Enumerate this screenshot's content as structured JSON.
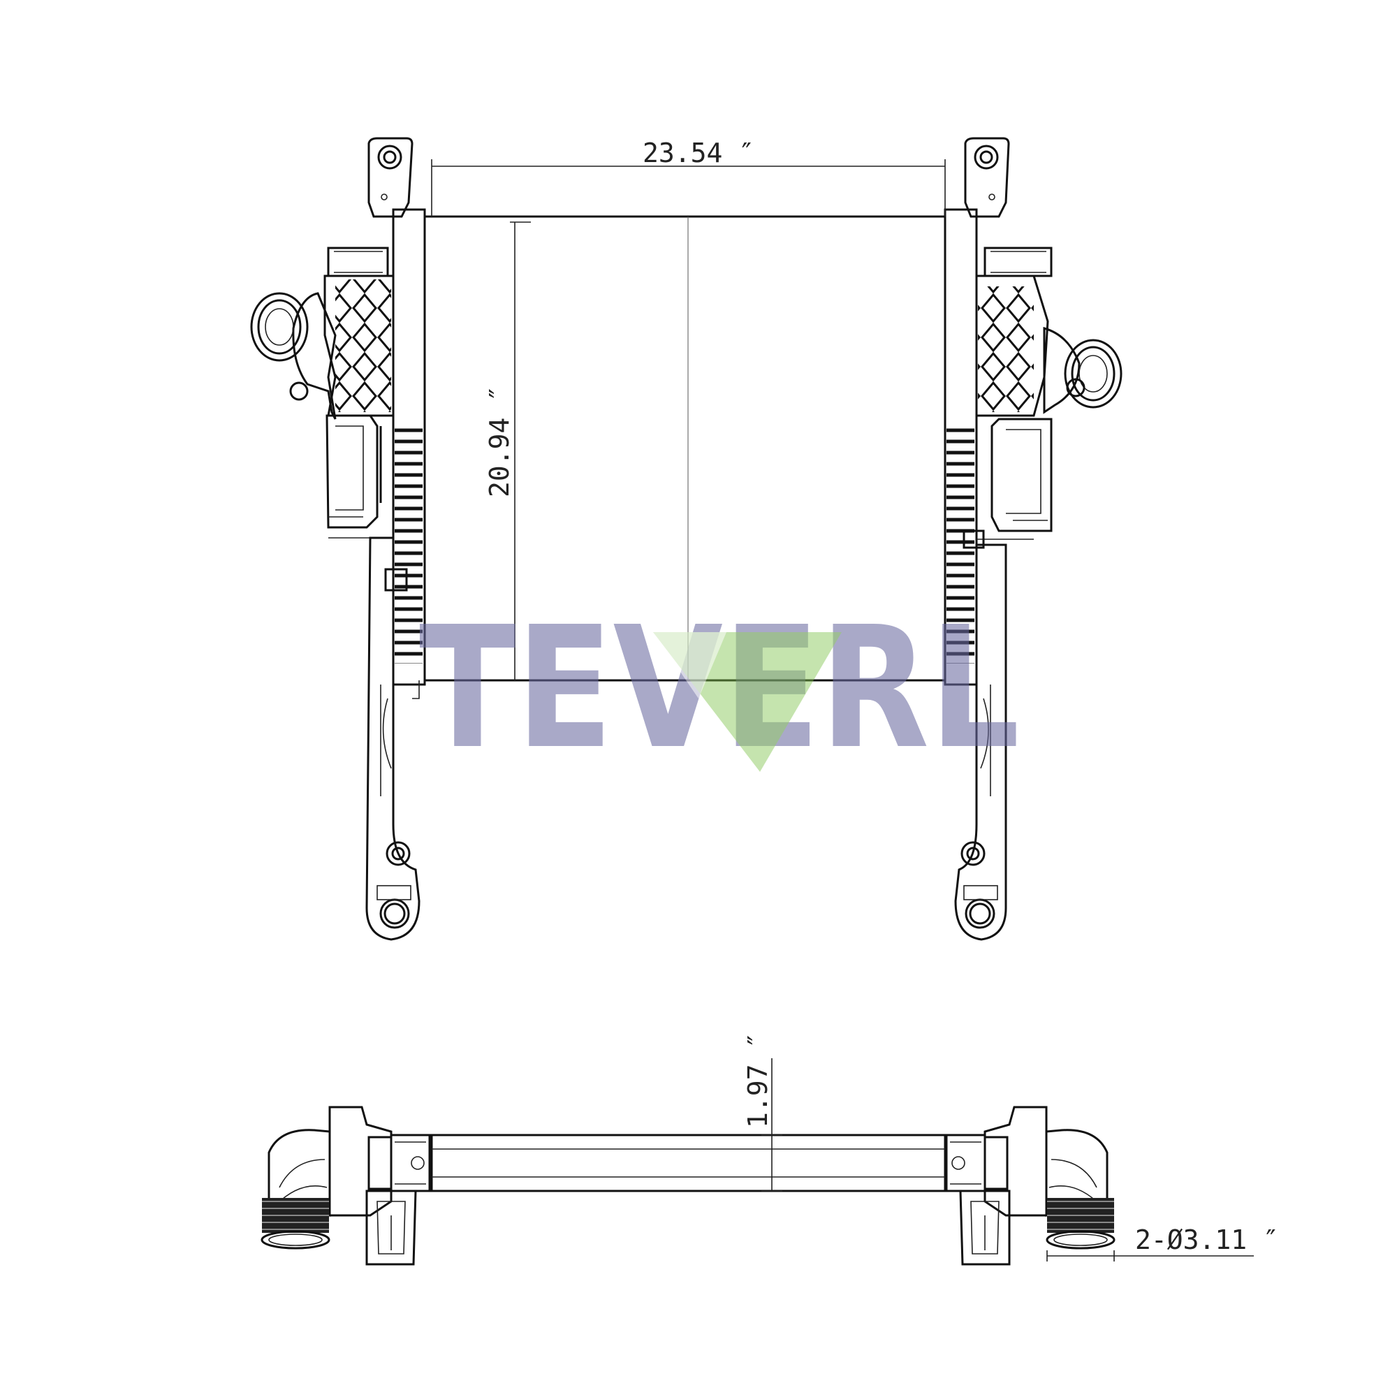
{
  "dimensions": {
    "width": "23.54 ″",
    "height": "20.94 ″",
    "thickness": "1.97 ″",
    "port_diameter": "2-Ø3.11 ″"
  },
  "watermark": {
    "text": "TEVERL",
    "text_color": "#6a6aa0",
    "accent_color": "#7fc24a"
  }
}
